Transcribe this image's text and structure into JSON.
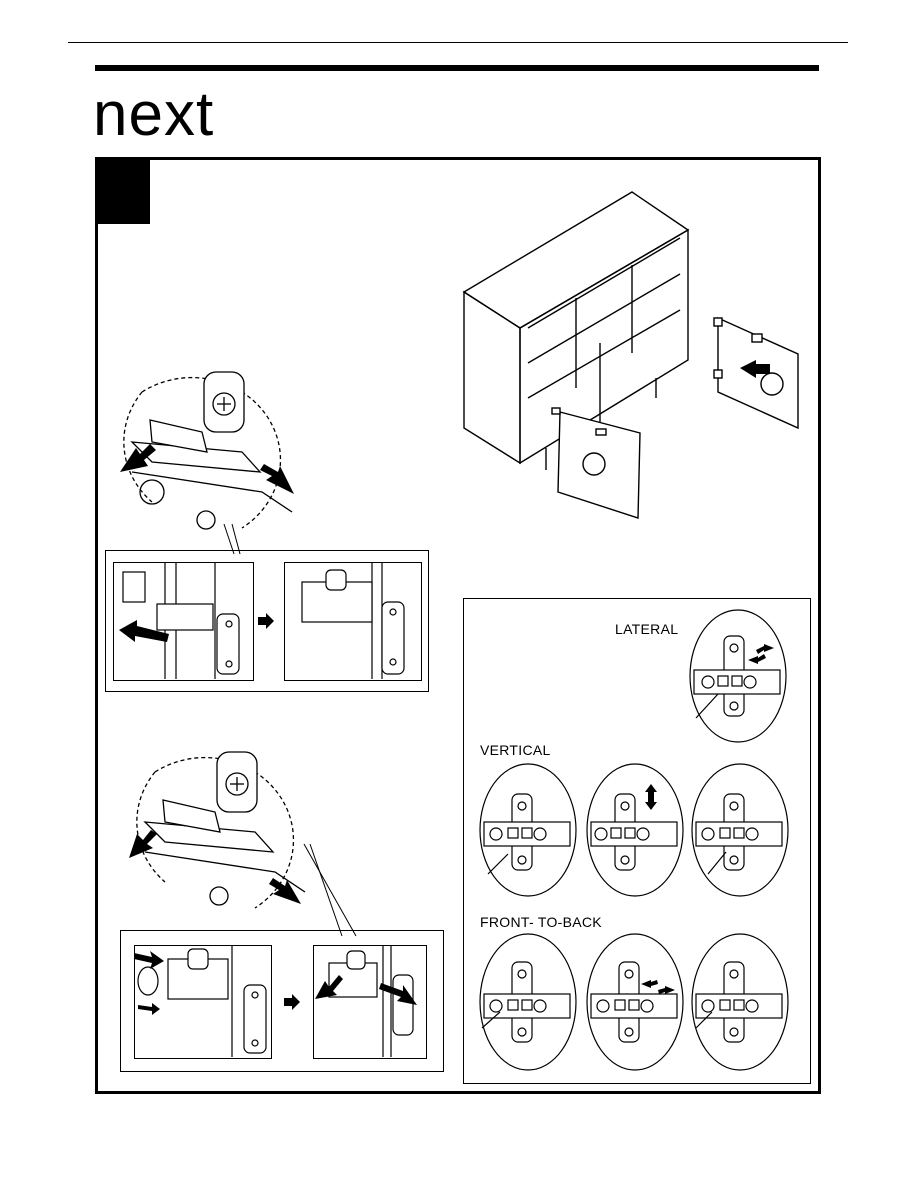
{
  "brand": {
    "logo_text": "next"
  },
  "adjustments": {
    "lateral_label": "LATERAL",
    "vertical_label": "VERTICAL",
    "front_to_back_label": "FRONT- TO-BACK"
  }
}
